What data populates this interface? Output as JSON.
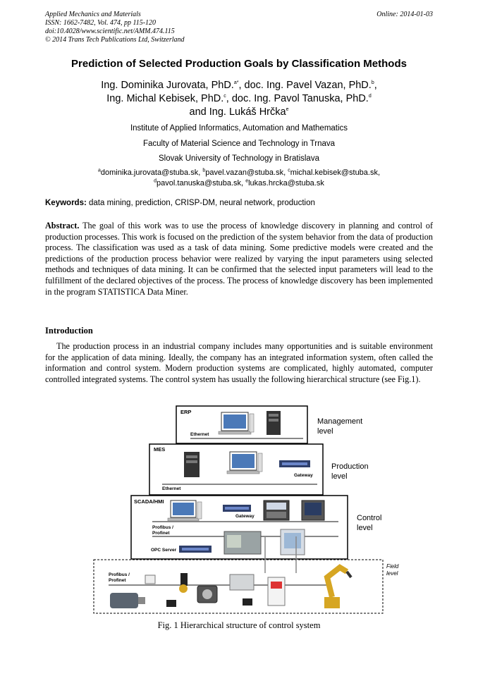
{
  "header": {
    "journal": "Applied Mechanics and Materials",
    "issn": "ISSN: 1662-7482, Vol. 474, pp 115-120",
    "doi": "doi:10.4028/www.scientific.net/AMM.474.115",
    "copyright": "© 2014 Trans Tech Publications Ltd, Switzerland",
    "online": "Online: 2014-01-03"
  },
  "title": "Prediction of Selected Production Goals by Classification Methods",
  "authors": {
    "a1": "Ing. Dominika Jurovata, PhD.",
    "a1_sup": "a*",
    "a2": ", doc. Ing. Pavel Vazan, PhD.",
    "a2_sup": "b",
    "a3": "Ing. Michal Kebisek, PhD.",
    "a3_sup": "c",
    "a4": ", doc. Ing. Pavol Tanuska, PhD.",
    "a4_sup": "d",
    "a5": "and Ing. Lukáš Hrčka",
    "a5_sup": "e"
  },
  "affiliations": [
    "Institute of Applied Informatics, Automation and Mathematics",
    "Faculty of Material Science and Technology in Trnava",
    "Slovak University of Technology in Bratislava"
  ],
  "emails": {
    "a": "dominika.jurovata@stuba.sk,",
    "b": "pavel.vazan@stuba.sk,",
    "c": "michal.kebisek@stuba.sk,",
    "d": "pavol.tanuska@stuba.sk,",
    "e": "lukas.hrcka@stuba.sk"
  },
  "keywords": {
    "label": "Keywords:",
    "text": "data mining, prediction, CRISP-DM, neural network, production"
  },
  "abstract": {
    "label": "Abstract.",
    "text": "The goal of this work was to use the process of knowledge discovery in planning and control of production processes. This work is focused on the prediction of the system behavior from the data of production process. The classification was used as a task of data mining. Some predictive models were created and the predictions of the production process behavior were realized by varying the input parameters using selected methods and techniques of data mining. It can be confirmed that the selected input parameters will lead to the fulfillment of the declared objectives of the process. The process of knowledge discovery has been implemented in the program STATISTICA Data Miner."
  },
  "introduction": {
    "heading": "Introduction",
    "text": "The production process in an industrial company includes many opportunities and is suitable environment for the application of data mining. Ideally, the company has an integrated information system, often called the information and control system. Modern production systems are complicated, highly automated, computer controlled integrated systems. The control system has usually the following hierarchical structure (see Fig.1)."
  },
  "figure": {
    "caption": "Fig. 1 Hierarchical structure of control system",
    "levels": {
      "management_1": "Management",
      "management_2": "level",
      "production_1": "Production",
      "production_2": "level",
      "control_1": "Control",
      "control_2": "level",
      "field_1": "Field",
      "field_2": "level"
    },
    "labels": {
      "erp": "ERP",
      "mes": "MES",
      "scada": "SCADA/HMI",
      "ethernet": "Ethernet",
      "gateway": "Gateway",
      "profibus_1": "Profibus /",
      "profibus_2": "Profinet",
      "opc": "OPC Server"
    }
  }
}
